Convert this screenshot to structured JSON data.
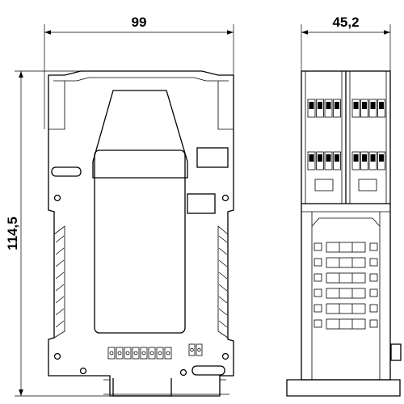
{
  "dimensions": {
    "width_front": "99",
    "height_front": "114,5",
    "width_side": "45,2"
  }
}
